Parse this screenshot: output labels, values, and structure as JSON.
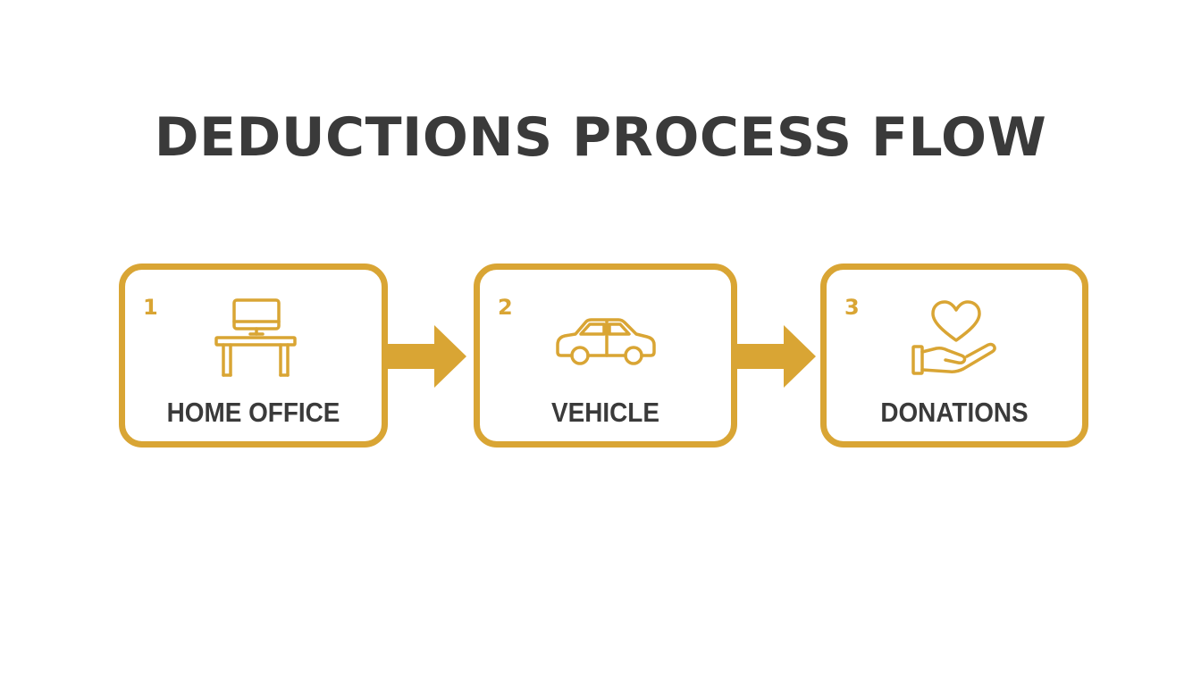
{
  "title": "DEDUCTIONS PROCESS FLOW",
  "colors": {
    "accent": "#d9a534",
    "text": "#3a3a3a",
    "background": "#ffffff"
  },
  "steps": [
    {
      "number": "1",
      "label": "HOME OFFICE",
      "icon": "desk-computer-icon"
    },
    {
      "number": "2",
      "label": "VEHICLE",
      "icon": "car-icon"
    },
    {
      "number": "3",
      "label": "DONATIONS",
      "icon": "heart-hand-icon"
    }
  ]
}
